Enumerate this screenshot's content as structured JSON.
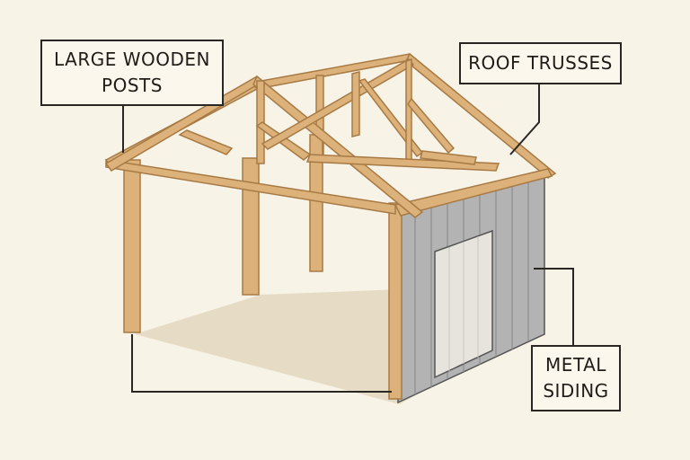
{
  "labels": {
    "posts": {
      "line1": "LARGE WOODEN",
      "line2": "POSTS"
    },
    "trusses": "ROOF TRUSSES",
    "siding": {
      "line1": "METAL",
      "line2": "SIDING"
    }
  },
  "colors": {
    "background": "#f8f3e7",
    "wood": "#dcb27a",
    "wood_dark": "#a77a45",
    "metal": "#b3b3b3",
    "metal_dark": "#8e8e8e",
    "ground": "#e6dcc6",
    "outline": "#2a2622"
  }
}
